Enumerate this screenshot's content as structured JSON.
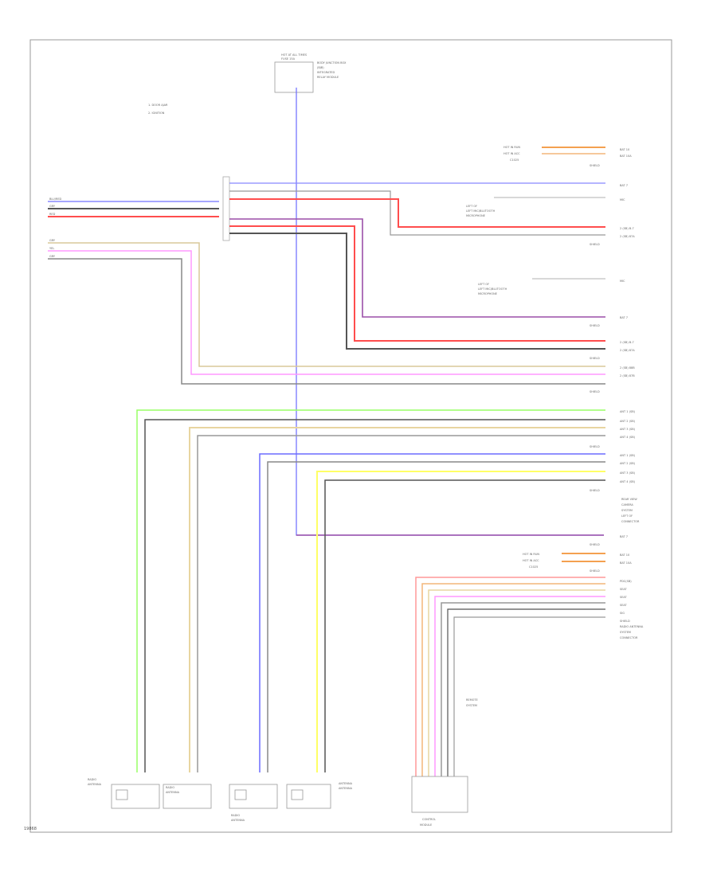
{
  "footer_code": "19868",
  "top_component": {
    "header": "HOT AT ALL TIMES",
    "fuse": "FUSE 15A",
    "description": [
      "BODY JUNCTION BOX",
      "(BJB)",
      "INTEGRATED",
      "RELAY MODULE"
    ]
  },
  "legend": [
    "1. DOOR AJAR",
    "2. IGNITION"
  ],
  "left_wires": [
    "BLU/RED",
    "GRY",
    "RED",
    "GRY",
    "YEL",
    "GRY"
  ],
  "right_labels": {
    "power_top": [
      "BAT 10",
      "BAT 10A",
      "SHIELD"
    ],
    "group1": [
      "BAT 7",
      "MIC",
      "2 (SB) B-7",
      "2 (SB) 87A",
      "SHIELD"
    ],
    "group2": [
      "MIC",
      "BAT 7",
      "SHIELD",
      "2 (SB) B-7",
      "2 (SB) 87A",
      "SHIELD"
    ],
    "group3": [
      "2 (SB) 88B",
      "2 (SB) 87B",
      "SHIELD"
    ],
    "group4": [
      "ANT 1 (SB)",
      "ANT 2 (SB)",
      "ANT 3 (SB)",
      "ANT 4 (SB)",
      "SHIELD"
    ],
    "group5": [
      "ANT 1 (SB)",
      "ANT 2 (SB)",
      "ANT 3 (SB)",
      "ANT 4 (SB)",
      "SHIELD"
    ],
    "group6": [
      "BAT 7",
      "SHIELD",
      "BAT 10",
      "BAT 10A",
      "SHIELD"
    ],
    "group7": [
      "PDC(SB)",
      "SEAT",
      "SEAT",
      "SEAT",
      "SIG",
      "SHIELD"
    ]
  },
  "notes": {
    "left_micro": [
      "LEFT OF",
      "LEFT MIC/BLUTOOTH",
      "MICROPHONE"
    ],
    "left_micro2": [
      "LEFT OF",
      "LEFT MIC/BLUTOOTH",
      "MICROPHONE"
    ],
    "rear_view": [
      "REAR VIEW",
      "CAMERA",
      "SYSTEM",
      "LEFT OF",
      "CONNECTOR"
    ],
    "radio_antenna": [
      "RADIO ANTENNA",
      "SYSTEM",
      "CONNECTOR"
    ],
    "hot_run": [
      "HOT IN RUN",
      "HOT IN ACC",
      "C1025"
    ],
    "hot_run2": [
      "HOT IN RUN",
      "HOT IN ACC",
      "C1025"
    ],
    "remote": [
      "REMOTE",
      "SYSTEM"
    ]
  },
  "bottom_components": [
    {
      "label": [
        "RADIO",
        "ANTENNA"
      ]
    },
    {
      "label": [
        "RADIO",
        "ANTENNA"
      ]
    },
    {
      "label": [
        "RADIO",
        "ANTENNA"
      ]
    },
    {
      "label": [
        "ANTENNA",
        "ANTENNA"
      ]
    }
  ],
  "radio_module": [
    "CONTROL",
    "MODULE"
  ]
}
